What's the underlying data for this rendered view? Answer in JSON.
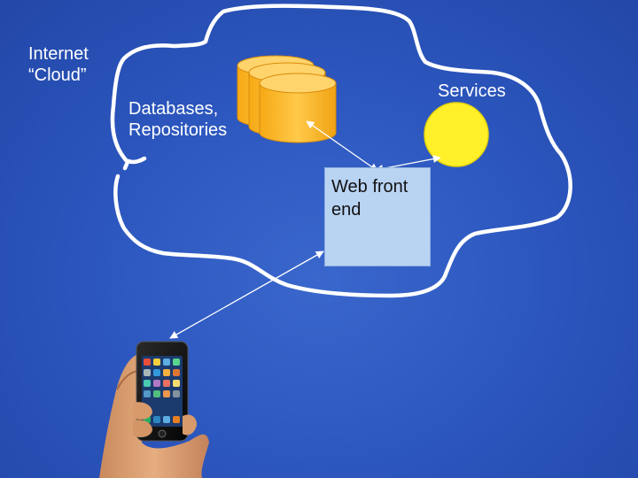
{
  "cloud": {
    "label": "Internet\n“Cloud”"
  },
  "databases": {
    "label": "Databases,\nRepositories"
  },
  "services": {
    "label": "Services"
  },
  "web_front_end": {
    "label": "Web front\nend"
  },
  "colors": {
    "background": "#2d58c0",
    "cloud_outline": "#ffffff",
    "database_fill": "#fbb52a",
    "service_fill": "#fff02a",
    "web_front_end_fill": "#b9d3f3",
    "connector": "#ffffff"
  },
  "icons": {
    "databases": "cylinder-stack-icon",
    "services": "circle-icon",
    "client": "smartphone-in-hand-icon"
  }
}
